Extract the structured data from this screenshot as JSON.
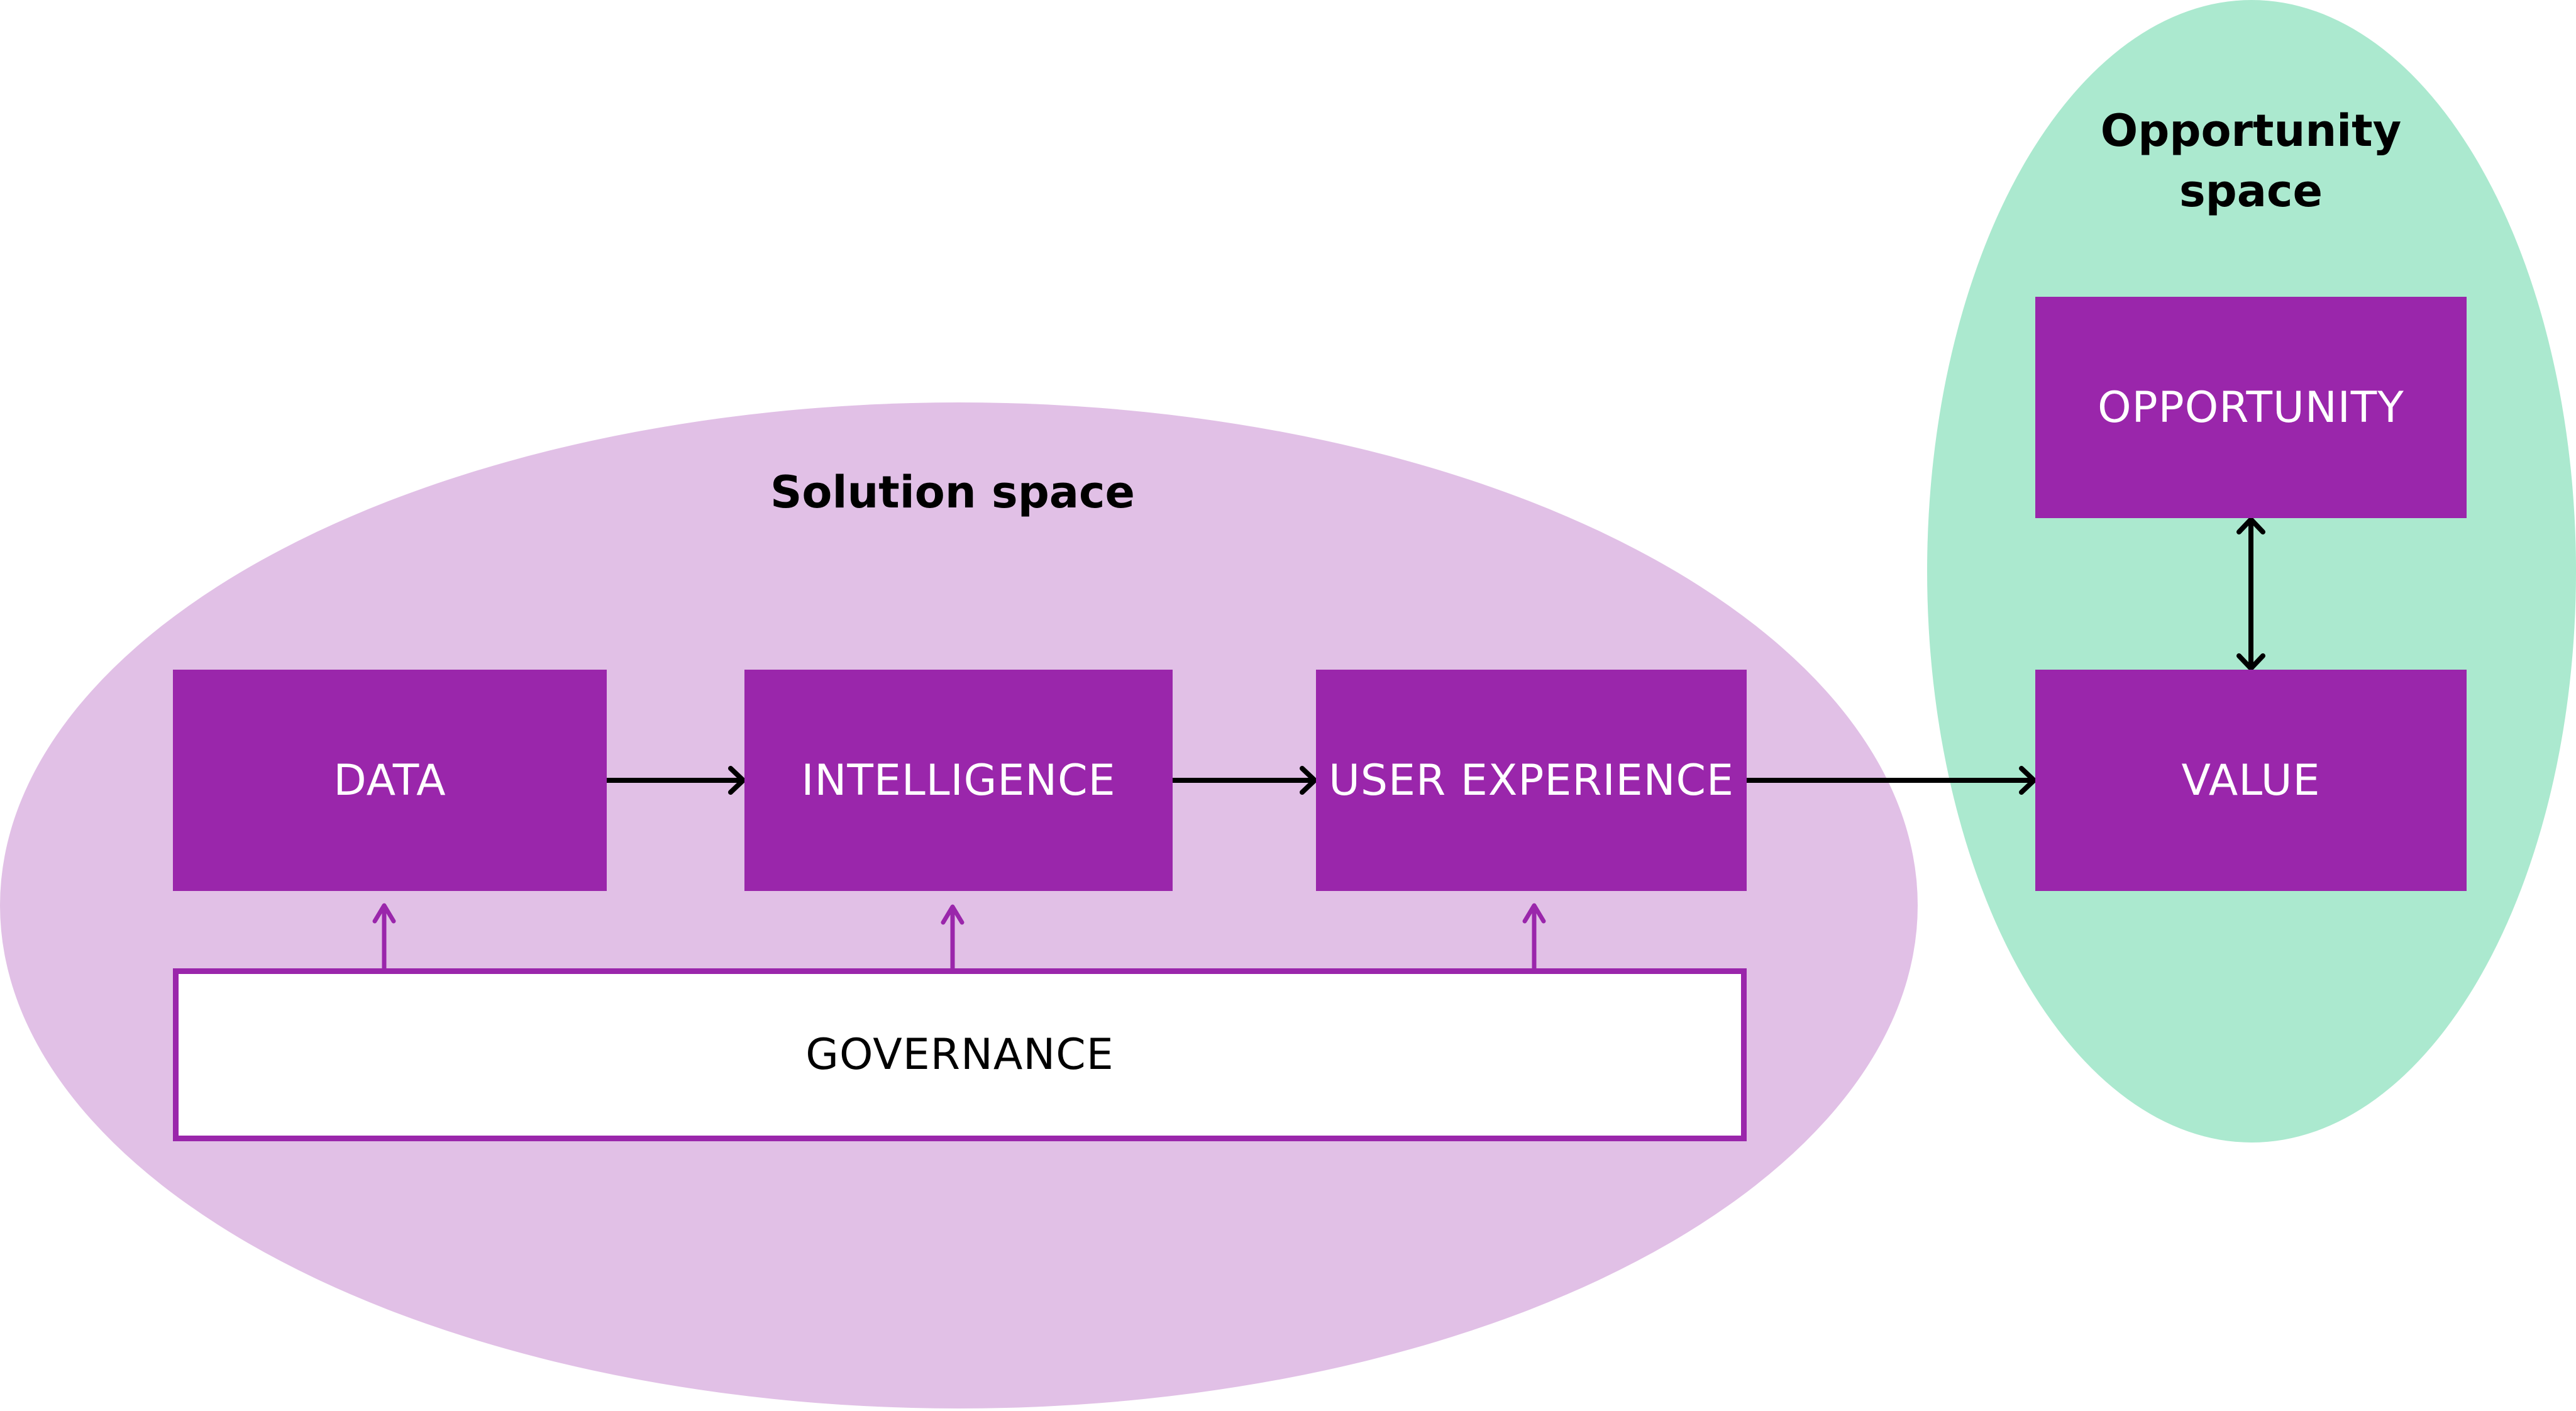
{
  "diagram": {
    "regions": {
      "solution_space": {
        "title": "Solution space",
        "color": "#e1c0e6"
      },
      "opportunity_space": {
        "title": "Opportunity space",
        "title_line1": "Opportunity",
        "title_line2": "space",
        "color": "#abe9cf"
      }
    },
    "nodes": {
      "data": "DATA",
      "intelligence": "INTELLIGENCE",
      "user_experience": "USER EXPERIENCE",
      "governance": "GOVERNANCE",
      "opportunity": "OPPORTUNITY",
      "value": "VALUE"
    },
    "edges": [
      {
        "from": "DATA",
        "to": "INTELLIGENCE",
        "type": "directed"
      },
      {
        "from": "INTELLIGENCE",
        "to": "USER EXPERIENCE",
        "type": "directed"
      },
      {
        "from": "USER EXPERIENCE",
        "to": "VALUE",
        "type": "directed"
      },
      {
        "from": "OPPORTUNITY",
        "to": "VALUE",
        "type": "bidirectional"
      },
      {
        "from": "GOVERNANCE",
        "to": "DATA",
        "type": "directed"
      },
      {
        "from": "GOVERNANCE",
        "to": "INTELLIGENCE",
        "type": "directed"
      },
      {
        "from": "GOVERNANCE",
        "to": "USER EXPERIENCE",
        "type": "directed"
      }
    ],
    "colors": {
      "node_fill": "#9a26ab",
      "node_text": "#ffffff",
      "governance_fill": "#ffffff",
      "governance_border": "#9a26ab",
      "flow_arrow": "#000000",
      "governance_arrow": "#9a26ab"
    }
  }
}
